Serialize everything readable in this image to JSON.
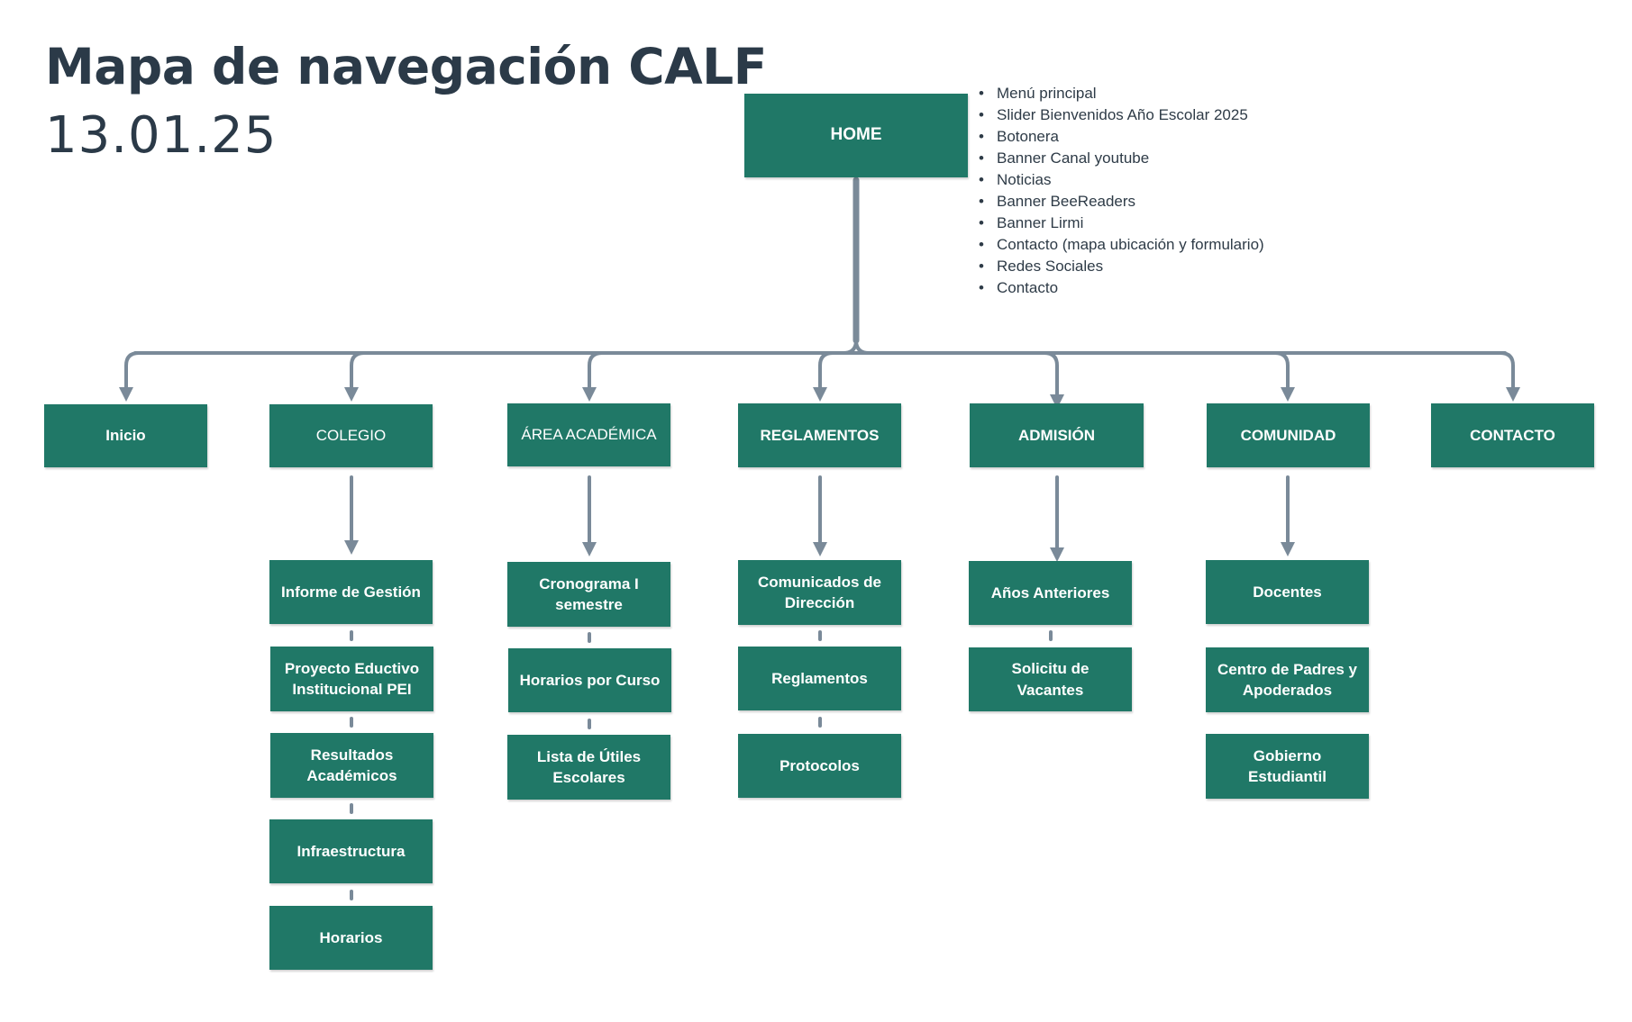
{
  "title": "Mapa de navegación CALF",
  "date": "13.01.25",
  "colors": {
    "box": "#207867",
    "connector": "#7a8a99",
    "text": "#2b3a48"
  },
  "home": {
    "label": "HOME",
    "items": [
      "Menú principal",
      "Slider Bienvenidos Año Escolar 2025",
      "Botonera",
      "Banner Canal youtube",
      "Noticias",
      "Banner BeeReaders",
      "Banner Lirmi",
      "Contacto (mapa ubicación y formulario)",
      "Redes Sociales",
      "Contacto"
    ]
  },
  "sections": [
    {
      "label": "Inicio",
      "children": []
    },
    {
      "label": "COLEGIO",
      "children": [
        "Informe de Gestión",
        "Proyecto Eductivo Institucional PEI",
        "Resultados Académicos",
        "Infraestructura",
        "Horarios"
      ]
    },
    {
      "label": "ÁREA ACADÉMICA",
      "children": [
        "Cronograma I semestre",
        "Horarios por Curso",
        "Lista de Útiles Escolares"
      ]
    },
    {
      "label": "REGLAMENTOS",
      "children": [
        "Comunicados de Dirección",
        "Reglamentos",
        "Protocolos"
      ]
    },
    {
      "label": "ADMISIÓN",
      "children": [
        "Años Anteriores",
        "Solicitu de Vacantes"
      ]
    },
    {
      "label": "COMUNIDAD",
      "children": [
        "Docentes",
        "Centro de Padres y Apoderados",
        "Gobierno Estudiantil"
      ]
    },
    {
      "label": "CONTACTO",
      "children": []
    }
  ]
}
